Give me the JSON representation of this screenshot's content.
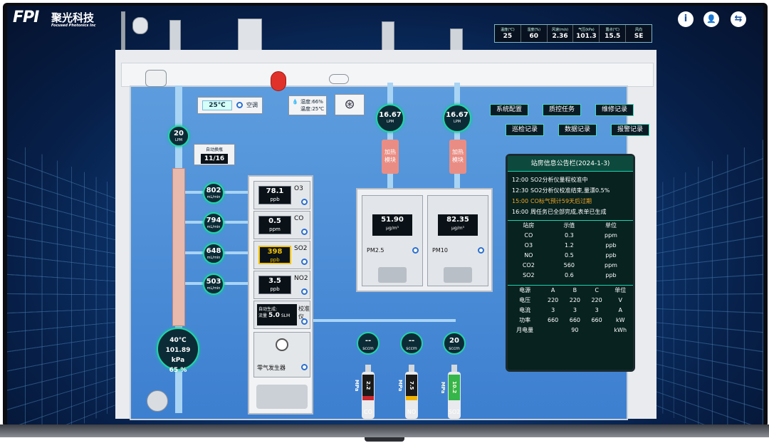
{
  "brand": {
    "logo": "FPI",
    "name_cn": "聚光科技",
    "name_en": "Focused Photonics Inc"
  },
  "weather": [
    {
      "label": "温度(℃)",
      "value": "25"
    },
    {
      "label": "湿度(%)",
      "value": "60"
    },
    {
      "label": "风速(m/s)",
      "value": "2.36"
    },
    {
      "label": "气压(kPa)",
      "value": "101.3"
    },
    {
      "label": "露点(℃)",
      "value": "15.5"
    },
    {
      "label": "风向",
      "value": "SE"
    }
  ],
  "toolbar": {
    "info": "i",
    "user": "👤",
    "switch": "⇆"
  },
  "ac": {
    "temp": "25℃",
    "label": "空调"
  },
  "env": {
    "humidity": "湿度:66%",
    "temperature": "温度:25℃"
  },
  "flows": {
    "main": "20",
    "main_unit": "LPM",
    "pm25": "16.67",
    "pm10": "16.67",
    "unit_lpm": "LPM"
  },
  "heater": {
    "label1": "加热",
    "label2": "模块"
  },
  "auto_cal": {
    "label": "自动换瓶",
    "value": "11/16"
  },
  "manifold": [
    {
      "v": "802",
      "u": "mL/min"
    },
    {
      "v": "794",
      "u": "mL/min"
    },
    {
      "v": "648",
      "u": "mL/min"
    },
    {
      "v": "503",
      "u": "mL/min"
    }
  ],
  "sample": {
    "temp": "40℃",
    "pressure": "101.89 kPa",
    "humidity": "65 %"
  },
  "analyzers": [
    {
      "value": "78.1",
      "unit": "ppb",
      "name": "O3"
    },
    {
      "value": "0.5",
      "unit": "ppm",
      "name": "CO"
    },
    {
      "value": "398",
      "unit": "ppb",
      "name": "SO2"
    },
    {
      "value": "3.5",
      "unit": "ppb",
      "name": "NO2"
    }
  ],
  "calibrator": {
    "label1": "自动生成:",
    "label2": "流量",
    "value": "5.0",
    "unit": "SLM",
    "name": "校准仪"
  },
  "zero_gen": "零气发生器",
  "pm": [
    {
      "value": "51.90",
      "unit": "μg/m³",
      "name": "PM2.5"
    },
    {
      "value": "82.35",
      "unit": "μg/m³",
      "name": "PM10"
    }
  ],
  "buttons": {
    "sys_config": "系统配置",
    "qc_task": "质控任务",
    "maint_record": "维修记录",
    "inspect_record": "巡检记录",
    "data_record": "数据记录",
    "alarm_record": "报警记录"
  },
  "notice": {
    "title": "站房信息公告栏(2024-1-3)",
    "events": [
      {
        "t": "12:00",
        "m": "SO2分析仪量程校准中"
      },
      {
        "t": "12:30",
        "m": "SO2分析仪校准结束,量漂0.5%"
      },
      {
        "t": "15:00",
        "m": "CO标气预计59天后过期"
      },
      {
        "t": "16:00",
        "m": "周任务已全部完成,表单已生成"
      }
    ],
    "table_head": [
      "站房",
      "示值",
      "单位"
    ],
    "table_rows": [
      [
        "CO",
        "0.3",
        "ppm"
      ],
      [
        "O3",
        "1.2",
        "ppb"
      ],
      [
        "NO",
        "0.5",
        "ppb"
      ],
      [
        "CO2",
        "560",
        "ppm"
      ],
      [
        "SO2",
        "0.6",
        "ppb"
      ]
    ],
    "power_head": [
      "电源",
      "A",
      "B",
      "C",
      "单位"
    ],
    "power_rows": [
      [
        "电压",
        "220",
        "220",
        "220",
        "V"
      ],
      [
        "电流",
        "3",
        "3",
        "3",
        "A"
      ],
      [
        "功率",
        "660",
        "660",
        "660",
        "kW"
      ]
    ],
    "monthly": {
      "label": "月电量",
      "value": "90",
      "unit": "kWh"
    }
  },
  "sccm": [
    {
      "v": "--",
      "u": "sccm"
    },
    {
      "v": "--",
      "u": "sccm"
    },
    {
      "v": "20",
      "u": "sccm"
    }
  ],
  "bottles": [
    {
      "label": "2.2 MPa",
      "name": "CO",
      "color": "#c8262d"
    },
    {
      "label": "7.5 MPa",
      "name": "NO",
      "color": "#f0b400"
    },
    {
      "label": "10.2 MPa",
      "name": "SO2",
      "color": "#35b54a"
    }
  ]
}
